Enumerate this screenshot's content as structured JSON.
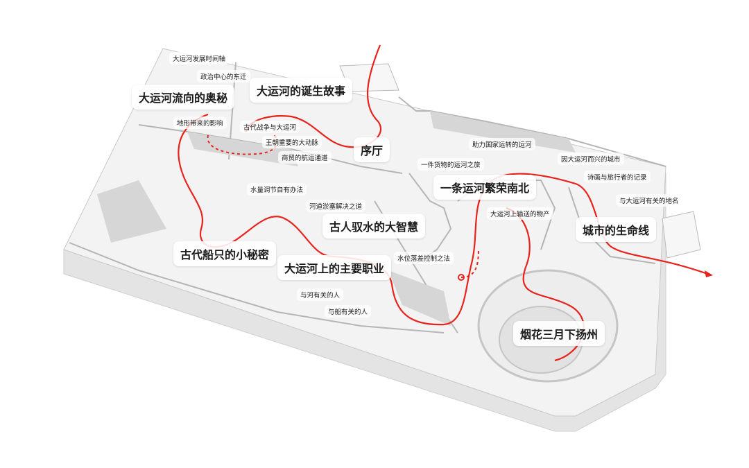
{
  "colors": {
    "route": "#e8231b",
    "floor": "#f2f2f2",
    "wall": "#d9d9d9",
    "shadow": "#bdbdbd"
  },
  "zones": [
    {
      "id": "flow",
      "title": "大运河流向的奥秘"
    },
    {
      "id": "birth",
      "title": "大运河的诞生故事"
    },
    {
      "id": "lobby",
      "title": "序厅"
    },
    {
      "id": "prosper",
      "title": "一条运河繁荣南北"
    },
    {
      "id": "wisdom",
      "title": "古人驭水的大智慧"
    },
    {
      "id": "city",
      "title": "城市的生命线"
    },
    {
      "id": "ships",
      "title": "古代船只的小秘密"
    },
    {
      "id": "jobs",
      "title": "大运河上的主要职业"
    },
    {
      "id": "yangzhou",
      "title": "烟花三月下扬州"
    }
  ],
  "exhibits": [
    "大运河发展时间轴",
    "政治中心的东迁",
    "地形带来的影响",
    "古代战争与大运河",
    "王朝重要的大动脉",
    "商贸的航运通道",
    "水量调节自有办法",
    "河道淤塞解决之道",
    "助力国家运转的运河",
    "一件货物的运河之旅",
    "因大运河而兴的城市",
    "诗画与旅行者的记录",
    "与大运河有关的地名",
    "大运河上输送的物产",
    "水位落差控制之法",
    "与河有关的人",
    "与船有关的人"
  ]
}
